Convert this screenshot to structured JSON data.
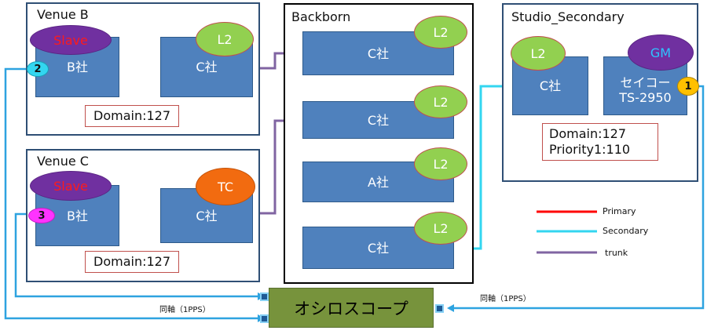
{
  "panels": {
    "venue_b": {
      "title": "Venue B"
    },
    "venue_c": {
      "title": "Venue C"
    },
    "backbone": {
      "title": "Backborn"
    },
    "studio": {
      "title": "Studio_Secondary"
    }
  },
  "venue_b": {
    "node_b": "B社",
    "node_c": "C社",
    "role": "Slave",
    "l2": "L2",
    "domain": "Domain:127",
    "port_badge": "2"
  },
  "venue_c": {
    "node_b": "B社",
    "node_c": "C社",
    "role": "Slave",
    "tc": "TC",
    "domain": "Domain:127",
    "port_badge": "3"
  },
  "backbone": {
    "nodes": [
      "C社",
      "C社",
      "A社",
      "C社"
    ],
    "l2": "L2"
  },
  "studio": {
    "node_c": "C社",
    "node_gm": "セイコー\nTS-2950",
    "l2": "L2",
    "gm": "GM",
    "domain": "Domain:127",
    "priority": "Priority1:110",
    "port_badge": "1"
  },
  "legend": {
    "primary": "Primary",
    "secondary": "Secondary",
    "trunk": "trunk"
  },
  "colors": {
    "primary": "#ff0000",
    "secondary": "#33d6f0",
    "trunk": "#8064a2",
    "cable": "#2ea3e0"
  },
  "oscilloscope": {
    "label": "オシロスコープ"
  },
  "cables": {
    "left": "同軸（1PPS）",
    "right": "同軸（1PPS）"
  }
}
